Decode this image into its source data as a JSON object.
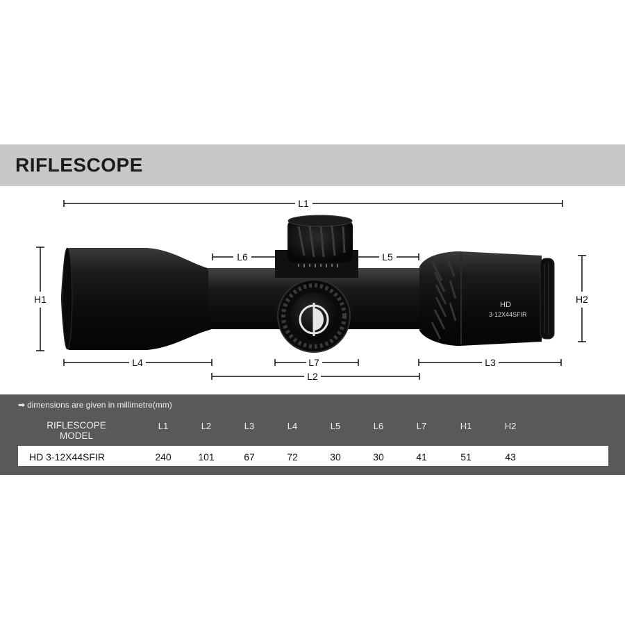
{
  "title": "RIFLESCOPE",
  "dimension_labels": {
    "L1": "L1",
    "L2": "L2",
    "L3": "L3",
    "L4": "L4",
    "L5": "L5",
    "L6": "L6",
    "L7": "L7",
    "H1": "H1",
    "H2": "H2"
  },
  "scope_markings": {
    "line1": "HD",
    "line2": "3-12X44SFIR"
  },
  "table": {
    "note": "dimensions are given in millimetre(mm)",
    "model_header_line1": "RIFLESCOPE",
    "model_header_line2": "MODEL",
    "columns": [
      "L1",
      "L2",
      "L3",
      "L4",
      "L5",
      "L6",
      "L7",
      "H1",
      "H2"
    ],
    "row": {
      "model": "HD 3-12X44SFIR",
      "values": [
        "240",
        "101",
        "67",
        "72",
        "30",
        "30",
        "41",
        "51",
        "43"
      ]
    }
  },
  "colors": {
    "title_bar": "#c8c8c8",
    "table_panel": "#595959",
    "scope_body": "#141414"
  }
}
